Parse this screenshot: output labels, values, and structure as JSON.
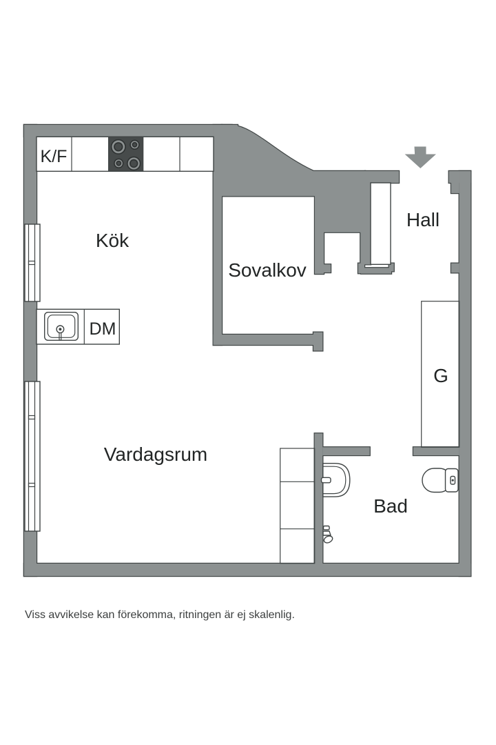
{
  "floorplan": {
    "disclaimer": "Viss avvikelse kan förekomma, ritningen är ej skalenlig.",
    "rooms": [
      {
        "id": "kok",
        "label": "Kök"
      },
      {
        "id": "sovalkov",
        "label": "Sovalkov"
      },
      {
        "id": "hall",
        "label": "Hall"
      },
      {
        "id": "vardagsrum",
        "label": "Vardagsrum"
      },
      {
        "id": "bad",
        "label": "Bad"
      }
    ],
    "fixture_labels": [
      {
        "id": "fridge_freezer",
        "label": "K/F"
      },
      {
        "id": "dishwasher",
        "label": "DM"
      },
      {
        "id": "wardrobe",
        "label": "G"
      }
    ],
    "icons": [
      "entrance-arrow-icon",
      "stove-icon",
      "kitchen-sink-icon",
      "washbasin-icon",
      "toilet-icon",
      "shower-mixer-icon",
      "window-symbol",
      "door-leaf-symbol"
    ],
    "colors": {
      "wall": "#8c9191",
      "outline": "#3f4444",
      "stove": "#474b4b",
      "label_text": "#222525",
      "disclaimer_text": "#3b3e3e",
      "background": "#ffffff"
    }
  }
}
